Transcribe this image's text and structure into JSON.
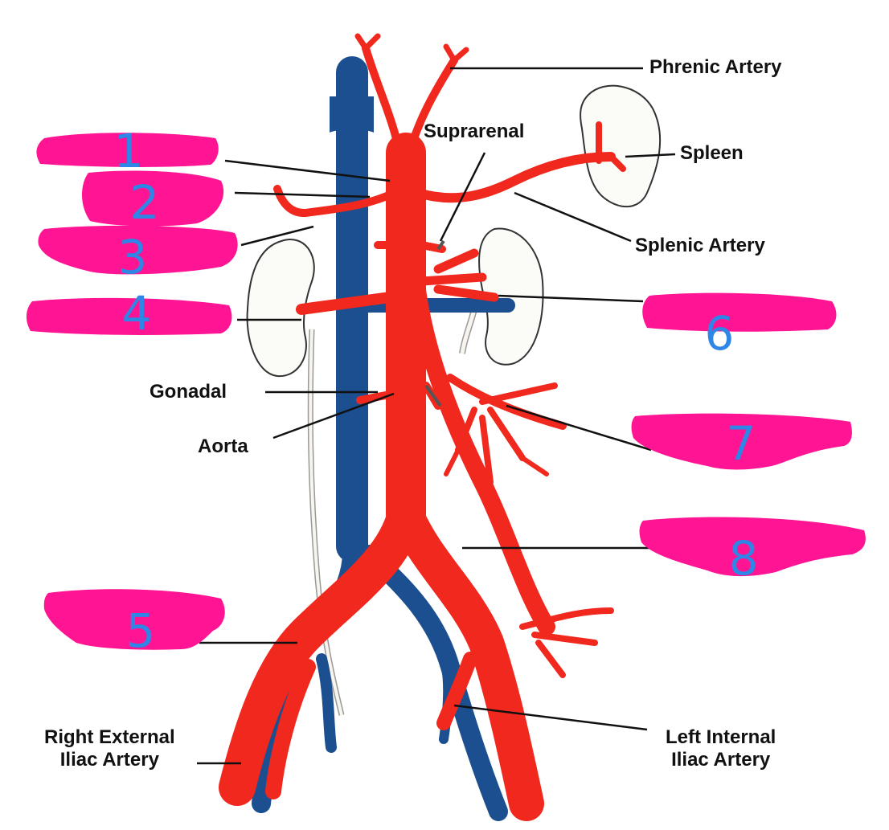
{
  "labels": {
    "phrenic": "Phrenic Artery",
    "suprarenal": "Suprarenal",
    "spleen": "Spleen",
    "splenic": "Splenic Artery",
    "gonadal": "Gonadal",
    "aorta": "Aorta",
    "right_ext_iliac_1": "Right External",
    "right_ext_iliac_2": "Iliac Artery",
    "left_int_iliac_1": "Left Internal",
    "left_int_iliac_2": "Iliac Artery"
  },
  "blanks": [
    "1",
    "2",
    "3",
    "4",
    "5",
    "6",
    "7",
    "8"
  ],
  "colors": {
    "artery": "#f0281e",
    "vein": "#1b4f8f",
    "highlight": "#ff1493",
    "number": "#2e86e6",
    "leader": "#111111",
    "kidney": "#fbfbf7"
  }
}
